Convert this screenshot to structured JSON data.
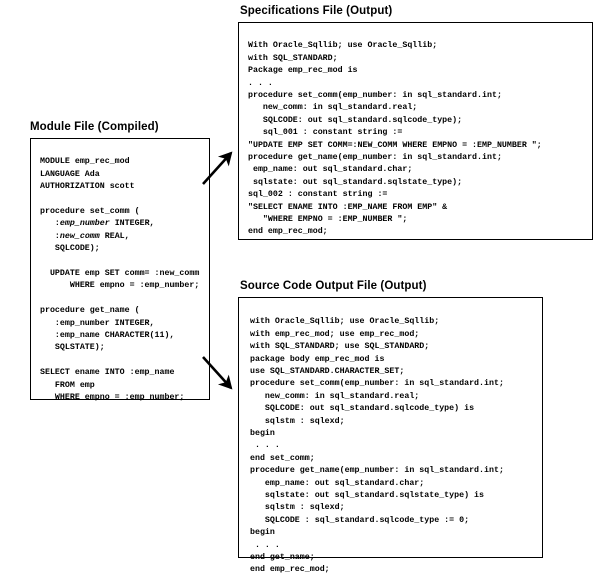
{
  "panels": {
    "module": {
      "caption": "Module File (Compiled)",
      "lines": [
        {
          "text": "MODULE emp_rec_mod"
        },
        {
          "text": "LANGUAGE Ada"
        },
        {
          "text": "AUTHORIZATION scott"
        },
        {
          "text": ""
        },
        {
          "text": "procedure set_comm ("
        },
        {
          "text": "   :emp_number INTEGER,",
          "italic_ranges": "emp_number"
        },
        {
          "text": "   :new_comm REAL,",
          "italic_ranges": "new_comm"
        },
        {
          "text": "   SQLCODE);"
        },
        {
          "text": ""
        },
        {
          "text": "  UPDATE emp SET comm= :new_comm"
        },
        {
          "text": "      WHERE empno = :emp_number;"
        },
        {
          "text": ""
        },
        {
          "text": "procedure get_name ("
        },
        {
          "text": "   :emp_number INTEGER,"
        },
        {
          "text": "   :emp_name CHARACTER(11),"
        },
        {
          "text": "   SQLSTATE);"
        },
        {
          "text": ""
        },
        {
          "text": "SELECT ename INTO :emp_name"
        },
        {
          "text": "   FROM emp"
        },
        {
          "text": "   WHERE empno = :emp_number;"
        }
      ]
    },
    "specifications": {
      "caption": "Specifications File (Output)",
      "lines": [
        {
          "text": "With Oracle_Sqllib; use Oracle_Sqllib;"
        },
        {
          "text": "with SQL_STANDARD;"
        },
        {
          "text": "Package emp_rec_mod is"
        },
        {
          "text": ". . ."
        },
        {
          "text": "procedure set_comm(emp_number: in sql_standard.int;"
        },
        {
          "text": "   new_comm: in sql_standard.real;"
        },
        {
          "text": "   SQLCODE: out sql_standard.sqlcode_type);"
        },
        {
          "text": "   sql_001 : constant string :="
        },
        {
          "text": "\"UPDATE EMP SET COMM=:NEW_COMM WHERE EMPNO = :EMP_NUMBER \";"
        },
        {
          "text": "procedure get_name(emp_number: in sql_standard.int;"
        },
        {
          "text": " emp_name: out sql_standard.char;"
        },
        {
          "text": " sqlstate: out sql_standard.sqlstate_type);"
        },
        {
          "text": "sql_002 : constant string :="
        },
        {
          "text": "\"SELECT ENAME INTO :EMP_NAME FROM EMP\" &"
        },
        {
          "text": "   \"WHERE EMPNO = :EMP_NUMBER \";"
        },
        {
          "text": "end emp_rec_mod;"
        }
      ]
    },
    "source_code": {
      "caption": "Source Code Output File (Output)",
      "lines": [
        {
          "text": "with Oracle_Sqllib; use Oracle_Sqllib;"
        },
        {
          "text": "with emp_rec_mod; use emp_rec_mod;"
        },
        {
          "text": "with SQL_STANDARD; use SQL_STANDARD;"
        },
        {
          "text": "package body emp_rec_mod is"
        },
        {
          "text": "use SQL_STANDARD.CHARACTER_SET;"
        },
        {
          "text": "procedure set_comm(emp_number: in sql_standard.int;"
        },
        {
          "text": "   new_comm: in sql_standard.real;"
        },
        {
          "text": "   SQLCODE: out sql_standard.sqlcode_type) is"
        },
        {
          "text": "   sqlstm : sqlexd;"
        },
        {
          "text": "begin"
        },
        {
          "text": " . . ."
        },
        {
          "text": "end set_comm;"
        },
        {
          "text": "procedure get_name(emp_number: in sql_standard.int;"
        },
        {
          "text": "   emp_name: out sql_standard.char;"
        },
        {
          "text": "   sqlstate: out sql_standard.sqlstate_type) is"
        },
        {
          "text": "   sqlstm : sqlexd;"
        },
        {
          "text": "   SQLCODE : sql_standard.sqlcode_type := 0;"
        },
        {
          "text": "begin"
        },
        {
          "text": " . . ."
        },
        {
          "text": "end get_name;"
        },
        {
          "text": "end emp_rec_mod;"
        }
      ]
    }
  },
  "arrows": [
    {
      "name": "module-to-specifications",
      "direction": "up-right"
    },
    {
      "name": "module-to-source-code",
      "direction": "down-right"
    }
  ],
  "colors": {
    "ink": "#000000",
    "background": "#ffffff"
  }
}
